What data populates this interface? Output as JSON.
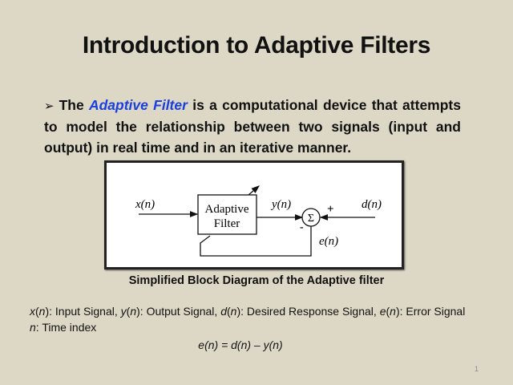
{
  "slide": {
    "title": "Introduction to Adaptive Filters",
    "bullet": {
      "marker": "➢",
      "pre": "The ",
      "highlight": "Adaptive Filter",
      "post": " is a computational device that attempts to model the relationship between two signals (input and output) in real time and in an iterative manner."
    },
    "diagram": {
      "input_label": "x(n)",
      "filter_line1": "Adaptive",
      "filter_line2": "Filter",
      "output_label": "y(n)",
      "sum_symbol": "Σ",
      "plus_sign": "+",
      "minus_sign": "-",
      "desired_label": "d(n)",
      "error_label": "e(n)"
    },
    "caption": "Simplified Block Diagram of the Adaptive filter",
    "definitions": {
      "x_sym": "x",
      "x_text": ": Input Signal, ",
      "y_sym": "y",
      "y_text": ": Output Signal, ",
      "d_sym": "d",
      "d_text": ": Desired Response Signal, ",
      "e_sym": "e",
      "e_text": ": Error Signal",
      "n_sym": "n",
      "n_text": ": Time index",
      "n": "n"
    },
    "equation": "e(n) = d(n) – y(n)",
    "page_number": "1"
  },
  "colors": {
    "background": "#ddd8c5",
    "highlight": "#1a3fe0"
  }
}
